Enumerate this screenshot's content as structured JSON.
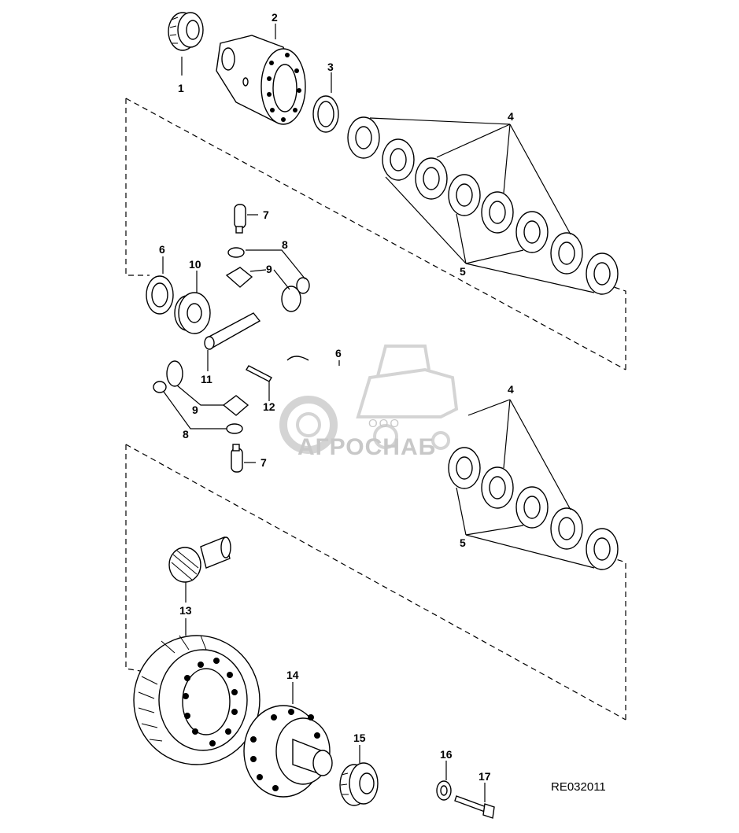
{
  "diagram": {
    "reference_code": "RE032011",
    "watermark": {
      "line1": "ООО",
      "line2": "АГРОСНАБ"
    },
    "callouts": [
      "1",
      "2",
      "3",
      "4",
      "5",
      "6",
      "7",
      "8",
      "9",
      "10",
      "11",
      "12",
      "13",
      "14",
      "15",
      "16",
      "17"
    ],
    "lower_callouts": {
      "c4": "4",
      "c5": "5",
      "c6": "6",
      "c7": "7",
      "c8": "8",
      "c9": "9",
      "c11": "11",
      "c12": "12"
    }
  }
}
